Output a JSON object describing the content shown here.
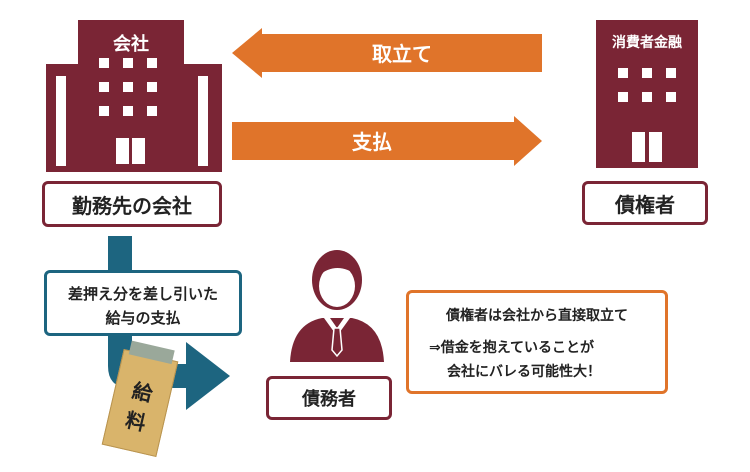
{
  "company": {
    "building_label": "会社",
    "name_label": "勤務先の会社"
  },
  "creditor": {
    "building_label": "消費者金融",
    "name_label": "債権者"
  },
  "arrows": {
    "collection_label": "取立て",
    "payment_label": "支払"
  },
  "deduction_note": {
    "line1": "差押え分を差し引いた",
    "line2": "給与の支払"
  },
  "debtor": {
    "name_label": "債務者"
  },
  "envelope": {
    "char1": "給",
    "char2": "料"
  },
  "warning": {
    "line1": "債権者は会社から直接取立て",
    "line2": "⇒借金を抱えていることが",
    "line3": "会社にバレる可能性大！"
  },
  "colors": {
    "maroon": "#7a2535",
    "orange": "#e0742a",
    "blue": "#1d6580",
    "envelope": "#d9b46b",
    "envelope_top": "#9aa89a",
    "person": "#7a2535"
  }
}
